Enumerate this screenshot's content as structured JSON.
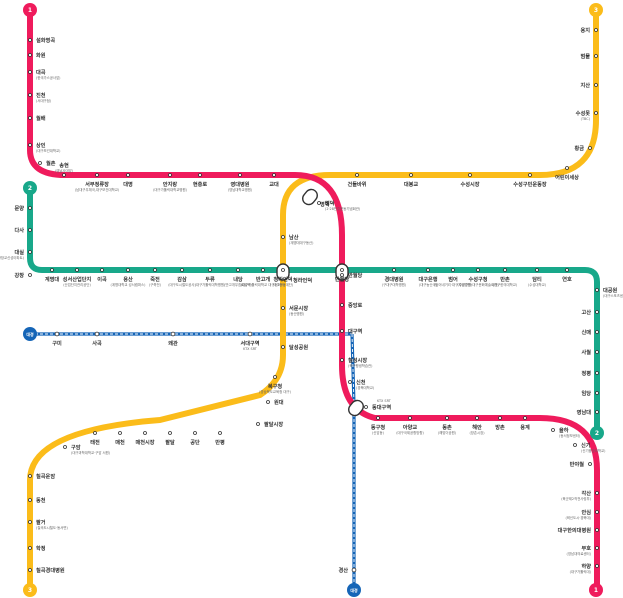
{
  "colors": {
    "line1": "#ef1b5c",
    "line2": "#18a88a",
    "line3": "#fbbc1a",
    "daegyeong": "#1565b7"
  },
  "lines": {
    "line1": {
      "badge": "1"
    },
    "line2": {
      "badge": "2"
    },
    "line3": {
      "badge": "3"
    },
    "daegyeong": {
      "badge_west": "대경",
      "badge_south": "대경"
    }
  },
  "stations": {
    "l1": [
      {
        "name": "설화명곡",
        "sub": ""
      },
      {
        "name": "화원",
        "sub": ""
      },
      {
        "name": "대곡",
        "sub": "(한국가스공사앞)"
      },
      {
        "name": "진천",
        "sub": "(서대구점)"
      },
      {
        "name": "월배",
        "sub": ""
      },
      {
        "name": "상인",
        "sub": "(대구보건대학교)"
      },
      {
        "name": "월촌",
        "sub": ""
      },
      {
        "name": "송현",
        "sub": "(영남사대앞)"
      },
      {
        "name": "서부정류장",
        "sub": "(남대구우체국,대구보건대학교)"
      },
      {
        "name": "대명",
        "sub": ""
      },
      {
        "name": "안지랑",
        "sub": "(대구가톨릭대학교병원)"
      },
      {
        "name": "현충로",
        "sub": ""
      },
      {
        "name": "영대병원",
        "sub": "(영남대학교병원)"
      },
      {
        "name": "교대",
        "sub": ""
      },
      {
        "name": "명덕",
        "sub": "(2·28민주운동기념회관)"
      },
      {
        "name": "반월당",
        "sub": ""
      },
      {
        "name": "중앙로",
        "sub": ""
      },
      {
        "name": "대구역",
        "sub": ""
      },
      {
        "name": "칠성시장",
        "sub": "(북구평생학습관)"
      },
      {
        "name": "신천",
        "sub": "(경북대학교)"
      },
      {
        "name": "동대구역",
        "sub": ""
      },
      {
        "name": "동구청",
        "sub": "(신암동)"
      },
      {
        "name": "아양교",
        "sub": "(대구국제공항방향)"
      },
      {
        "name": "동촌",
        "sub": "(해맞이공원)"
      },
      {
        "name": "해안",
        "sub": "(방촌시장)"
      },
      {
        "name": "방촌",
        "sub": ""
      },
      {
        "name": "용계",
        "sub": ""
      },
      {
        "name": "율하",
        "sub": "(동서정보센터)"
      },
      {
        "name": "신기",
        "sub": "(신기중앙대학교)"
      },
      {
        "name": "반야월",
        "sub": ""
      },
      {
        "name": "각산",
        "sub": "(육군제2작전사령부)"
      },
      {
        "name": "안심",
        "sub": "(혁신도시·경북대)"
      },
      {
        "name": "대구한의대병원",
        "sub": ""
      },
      {
        "name": "부호",
        "sub": "(영남대의료센터)"
      },
      {
        "name": "하양",
        "sub": "(대구가톨릭대)"
      }
    ],
    "l2": [
      {
        "name": "문양",
        "sub": ""
      },
      {
        "name": "다사",
        "sub": ""
      },
      {
        "name": "대실",
        "sub": "(강창교신성아파트)"
      },
      {
        "name": "강창",
        "sub": ""
      },
      {
        "name": "계명대",
        "sub": ""
      },
      {
        "name": "성서산업단지",
        "sub": "(산업단지관리공단)"
      },
      {
        "name": "이곡",
        "sub": ""
      },
      {
        "name": "용산",
        "sub": "(계명대학교 성서캠퍼스)"
      },
      {
        "name": "죽전",
        "sub": "(구죽전)"
      },
      {
        "name": "감삼",
        "sub": "(대구도시철도공사)"
      },
      {
        "name": "두류",
        "sub": "(대구가톨릭대학병원)"
      },
      {
        "name": "내당",
        "sub": "(반고개무침회골목)"
      },
      {
        "name": "반고개",
        "sub": "(대구가톨릭대학교 대구캠퍼스)"
      },
      {
        "name": "청라언덕",
        "sub": "(3·1운동계단)"
      },
      {
        "name": "반월당",
        "sub": ""
      },
      {
        "name": "경대병원",
        "sub": "(구대구대학병원)"
      },
      {
        "name": "대구은행",
        "sub": "(대구농산국)"
      },
      {
        "name": "범어",
        "sub": "(범어네거리·대구지방법원)"
      },
      {
        "name": "수성구청",
        "sub": "(수성구청·대구문화예술회관)"
      },
      {
        "name": "만촌",
        "sub": "(대구한의대학교)"
      },
      {
        "name": "담티",
        "sub": "(수성대학교)"
      },
      {
        "name": "연호",
        "sub": ""
      },
      {
        "name": "대공원",
        "sub": "(대구스포츠센터)"
      },
      {
        "name": "고산",
        "sub": ""
      },
      {
        "name": "신매",
        "sub": ""
      },
      {
        "name": "사월",
        "sub": ""
      },
      {
        "name": "정평",
        "sub": ""
      },
      {
        "name": "임당",
        "sub": ""
      },
      {
        "name": "영남대",
        "sub": ""
      }
    ],
    "l3": [
      {
        "name": "용지",
        "sub": ""
      },
      {
        "name": "범물",
        "sub": ""
      },
      {
        "name": "지산",
        "sub": ""
      },
      {
        "name": "수성못",
        "sub": "(TBC)"
      },
      {
        "name": "황금",
        "sub": ""
      },
      {
        "name": "어린이세상",
        "sub": ""
      },
      {
        "name": "수성구민운동장",
        "sub": ""
      },
      {
        "name": "수성시장",
        "sub": ""
      },
      {
        "name": "대봉교",
        "sub": ""
      },
      {
        "name": "건들바위",
        "sub": ""
      },
      {
        "name": "명덕",
        "sub": ""
      },
      {
        "name": "남산",
        "sub": "(계명대대구동산)"
      },
      {
        "name": "청라언덕",
        "sub": ""
      },
      {
        "name": "서문시장",
        "sub": "(동산병원)"
      },
      {
        "name": "달성공원",
        "sub": ""
      },
      {
        "name": "북구청",
        "sub": "(경상북도교육청 대구)"
      },
      {
        "name": "원대",
        "sub": ""
      },
      {
        "name": "팔달시장",
        "sub": ""
      },
      {
        "name": "만평",
        "sub": ""
      },
      {
        "name": "공단",
        "sub": ""
      },
      {
        "name": "팔달",
        "sub": ""
      },
      {
        "name": "매천시장",
        "sub": ""
      },
      {
        "name": "매천",
        "sub": ""
      },
      {
        "name": "태전",
        "sub": ""
      },
      {
        "name": "구암",
        "sub": "(대구과학대학교·구암 서원)"
      },
      {
        "name": "칠곡운암",
        "sub": ""
      },
      {
        "name": "동천",
        "sub": ""
      },
      {
        "name": "팔거",
        "sub": "(칠곡도시철도·동서변)"
      },
      {
        "name": "학정",
        "sub": ""
      },
      {
        "name": "칠곡경대병원",
        "sub": ""
      }
    ],
    "dg": [
      {
        "name": "구미",
        "sub": ""
      },
      {
        "name": "사곡",
        "sub": ""
      },
      {
        "name": "왜관",
        "sub": ""
      },
      {
        "name": "서대구역",
        "sub": "KTX SRT"
      },
      {
        "name": "경산",
        "sub": ""
      }
    ],
    "special": {
      "dongdaegu_tag": "KTX SRT",
      "banwoldang_hub": "반월당",
      "seomun_note": "서문시장"
    }
  }
}
